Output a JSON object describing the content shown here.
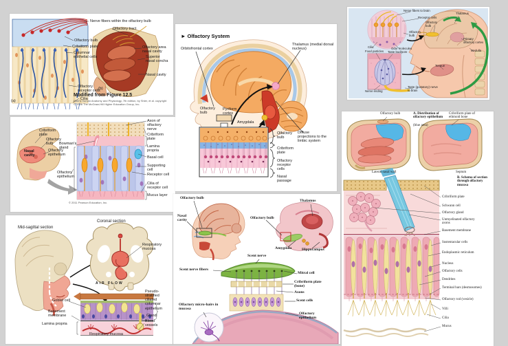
{
  "colors": {
    "canvas_bg": "#d2d2d2",
    "tile_bg": "#ffffff",
    "epithelium_blue": "#56b7e6",
    "scent_nerve_green": "#7cb342",
    "pathway_arrow_green": "#2e9b44",
    "brain_orange": "#f4aa62",
    "mucosa_pink": "#f2aba0"
  },
  "tiles": {
    "receptors": {
      "caption_title": "Modified from Figure 12.5",
      "caption_source": "Hole's Human Anatomy and Physiology, 7th edition, by Shier, et al. copyright © 1996 The McGraw-Hill Higher Education Group, Inc.",
      "labels": [
        "Nerve fibers within the olfactory bulb",
        "Olfactory tract",
        "Olfactory bulb",
        "Cribriform plate",
        "Columnar epithelial cells",
        "Olfactory area nasal cavity",
        "Superior nasal concha",
        "Nasal cavity",
        "Olfactory receptor cells",
        "Cilia",
        "(a)",
        "(b)"
      ]
    },
    "epithelium": {
      "caption": "© 2011 Pearson Education, Inc.",
      "labels": [
        "Cribriform plate",
        "Olfactory bulb",
        "Nasal cavity",
        "Olfactory epithelium",
        "Bowman's gland",
        "Olfactory epithelium",
        "Axon of olfactory nerve",
        "Cribriform plate",
        "Lamina propria",
        "Basal cell",
        "Supporting cell",
        "Receptor cell",
        "Cilia of receptor cell",
        "Mucus layer"
      ]
    },
    "mucosa": {
      "labels": [
        "Mid-sagittal section",
        "Coronal section",
        "Respiratory mucosa",
        "AIR FLOW",
        "Goblet cell",
        "Basement membrane",
        "Lamina propria",
        "Pseudo-stratified ciliated columnar epithelium",
        "Gland",
        "Blood vessels",
        "Respiratory mucosa"
      ]
    },
    "system": {
      "title": "► Olfactory System",
      "labels": [
        "Orbitofrontal cortex",
        "Thalamus (medial dorsal nucleus)",
        "Olfactory bulb",
        "Pyriform cortex",
        "Amygdala",
        "Olfactory bulb",
        "Cribriform plate",
        "Olfactory receptor cells",
        "Nasal passage",
        "Diffuse projections to the limbic system"
      ]
    },
    "scent": {
      "labels": [
        "Olfactory bulb",
        "Nasal cavity",
        "Olfactory bulb",
        "Thalamus",
        "Amygdala",
        "Hippocampus",
        "Scent nerve",
        "Scent nerve fibers",
        "Mitral cell",
        "Cribriform plate (bone)",
        "Axons",
        "Scent cells",
        "Olfactory micro-hairs in mucosa",
        "Olfactory epithelium"
      ]
    },
    "tasteSmell": {
      "labels": [
        "Nerve fibers to brain",
        "Receptor cells",
        "Olfactory bulb",
        "Cilia",
        "Odor molecules",
        "Food particles",
        "Taste bud/pore",
        "Nerve ending",
        "Taste (gustatory) nerve to brain",
        "Thalamus",
        "Olfactory bulb",
        "Primary olfactory cortex",
        "Medulla",
        "Tongue"
      ]
    },
    "netter": {
      "title_a": "A. Distribution of olfactory epithelium",
      "title_a_note": "(blue area)",
      "title_b": "B. Schema of section through olfactory mucosa",
      "labels_a": [
        "Olfactory bulb",
        "Cribriform plate of ethmoid bone",
        "Lateral nasal wall",
        "Septum"
      ],
      "labels_b": [
        "Cribriform plate",
        "Schwann cell",
        "Olfactory gland",
        "Unmyelinated olfactory axons",
        "Basement membrane",
        "Sustentacular cells",
        "Endoplasmic reticulum",
        "Nucleus",
        "Olfactory cells",
        "Dendrites",
        "Terminal bars (desmosomes)",
        "Olfactory rod (vesicle)",
        "Villi",
        "Cilia",
        "Mucus"
      ]
    }
  }
}
